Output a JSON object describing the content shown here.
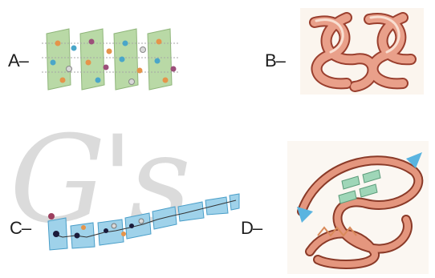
{
  "labels": {
    "a": "A–",
    "b": "B–",
    "c": "C–",
    "d": "D–"
  },
  "watermark": "G's",
  "colors": {
    "sheet_green": "#b9d9a6",
    "helix_salmon": "#e38e78",
    "chain_blue": "#7fc3e4",
    "arrow_blue": "#5ab4e0"
  },
  "panels": {
    "a": {
      "icon": "beta-sheet-icon"
    },
    "b": {
      "icon": "alpha-helix-icon"
    },
    "c": {
      "icon": "polypeptide-chain-icon"
    },
    "d": {
      "icon": "tertiary-fold-icon"
    }
  }
}
